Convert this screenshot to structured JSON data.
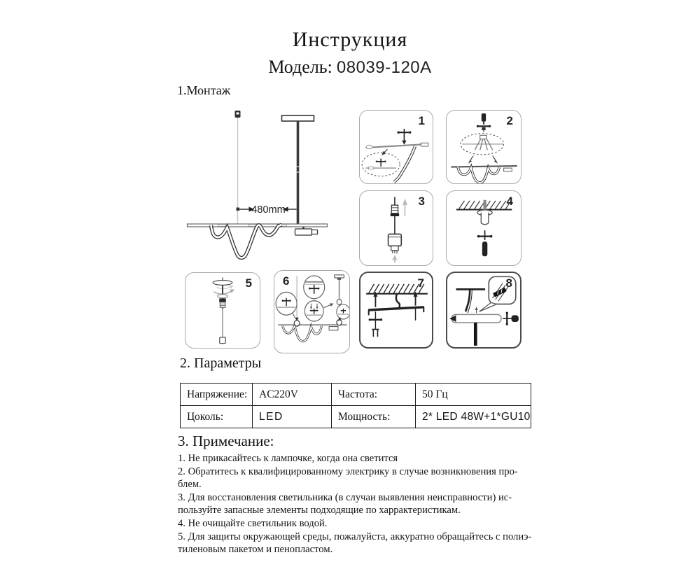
{
  "title": "Инструкция",
  "model": {
    "label": "Модель:",
    "value": "08039-120A"
  },
  "montage": {
    "heading": "1.Монтаж",
    "dimension_label": "480mm",
    "steps": [
      "1",
      "2",
      "3",
      "4",
      "5",
      "6",
      "7",
      "8"
    ]
  },
  "parameters": {
    "heading": "2. Параметры",
    "table": {
      "r0c0": "Напряжение:",
      "r0c1": "AC220V",
      "r0c2": "Частота:",
      "r0c3": "50 Гц",
      "r1c0": "Цоколь:",
      "r1c1": "LED",
      "r1c2": "Мощность:",
      "r1c3": "2* LED 48W+1*GU10"
    }
  },
  "notes": {
    "heading": "3. Примечание:",
    "lines": [
      "1. Не прикасайтесь к лампочке, когда она светится",
      "2. Обратитесь к квалифицированному электрику в случае возникновения про-",
      "блем.",
      "3. Для восстановления светильника (в случаи выявления неисправности) ис-",
      "пользуйте запасные элементы подходящие по харрактеристикам.",
      "4. Не очищайте  светильник водой.",
      "5. Для защиты окружающей среды, пожалуйста, аккуратно обращайтесь с полиэ-",
      "тиленовым пакетом и пенопластом."
    ]
  },
  "colors": {
    "ink": "#1a1a1a",
    "background": "#ffffff"
  }
}
